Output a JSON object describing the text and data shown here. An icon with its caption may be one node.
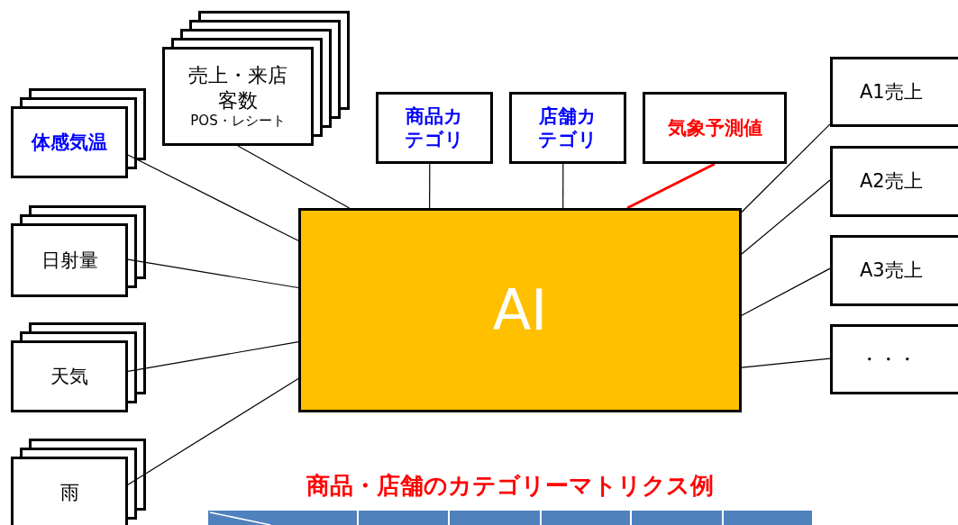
{
  "diagram": {
    "nodes": [
      {
        "text": [
          "売上・来店客数",
          "POS・レシート"
        ]
      },
      {
        "text": [
          "体感気温"
        ]
      },
      {
        "text": [
          "日射量"
        ]
      },
      {
        "text": [
          "天気"
        ]
      },
      {
        "text": [
          "雨"
        ]
      },
      {
        "text": [
          "商品カテゴリ"
        ]
      },
      {
        "text": [
          "店舗カテゴリ"
        ]
      },
      {
        "text": [
          "気象予測値"
        ]
      },
      {
        "text": [
          "AI"
        ]
      },
      {
        "text": [
          "A1売上"
        ]
      },
      {
        "text": [
          "A2売上"
        ]
      },
      {
        "text": [
          "A3売上"
        ]
      },
      {
        "text": [
          "・・・"
        ]
      }
    ],
    "edges": [
      {
        "from": 1,
        "to": 8,
        "arrow": "none"
      },
      {
        "from": 2,
        "to": 8,
        "arrow": "none"
      },
      {
        "from": 3,
        "to": 8,
        "arrow": "none"
      },
      {
        "from": 4,
        "to": 8,
        "arrow": "none"
      },
      {
        "from": 0,
        "to": 8,
        "arrow": "none"
      },
      {
        "from": 5,
        "to": 8,
        "arrow": "none"
      },
      {
        "from": 6,
        "to": 8,
        "arrow": "none"
      },
      {
        "from": 7,
        "to": 8,
        "arrow": "none",
        "style": "thick",
        "color": "#ff0000"
      },
      {
        "from": 8,
        "to": 9,
        "arrow": "none"
      },
      {
        "from": 8,
        "to": 10,
        "arrow": "none"
      },
      {
        "from": 8,
        "to": 11,
        "arrow": "none"
      },
      {
        "from": 8,
        "to": 12,
        "arrow": "none"
      }
    ],
    "labels": [
      "商品・店舗のカテゴリーマトリクス例"
    ]
  }
}
